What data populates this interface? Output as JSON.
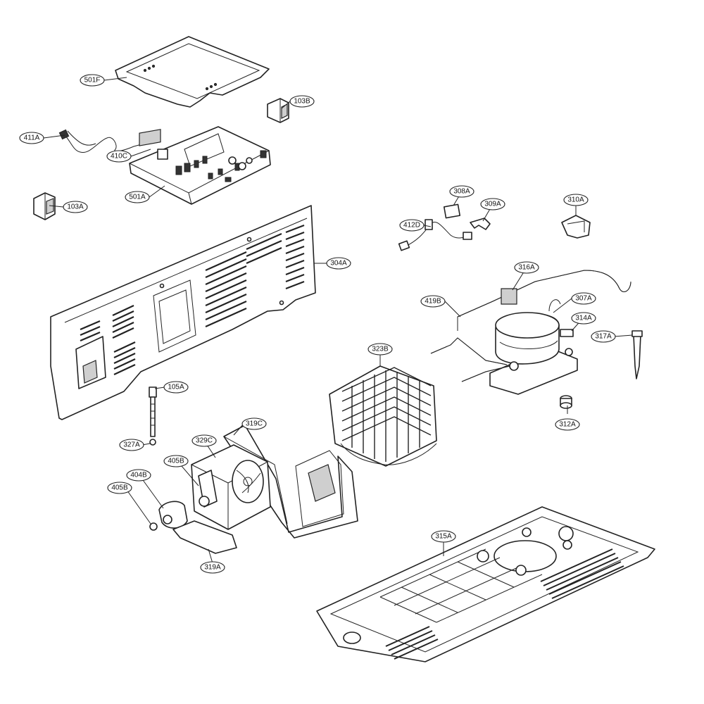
{
  "watermark": "",
  "callouts": {
    "c501F": "501F",
    "c103B": "103B",
    "c411A": "411A",
    "c410C": "410C",
    "c501A": "501A",
    "c103A": "103A",
    "c308A": "308A",
    "c309A": "309A",
    "c310A": "310A",
    "c412D": "412D",
    "c304A": "304A",
    "c316A": "316A",
    "c419B": "419B",
    "c307A": "307A",
    "c314A": "314A",
    "c317A": "317A",
    "c323B": "323B",
    "c105A": "105A",
    "c312A": "312A",
    "c319C": "319C",
    "c327A": "327A",
    "c329C": "329C",
    "c405B_upper": "405B",
    "c404B": "404B",
    "c405B_lower": "405B",
    "c319A": "319A",
    "c315A": "315A"
  }
}
